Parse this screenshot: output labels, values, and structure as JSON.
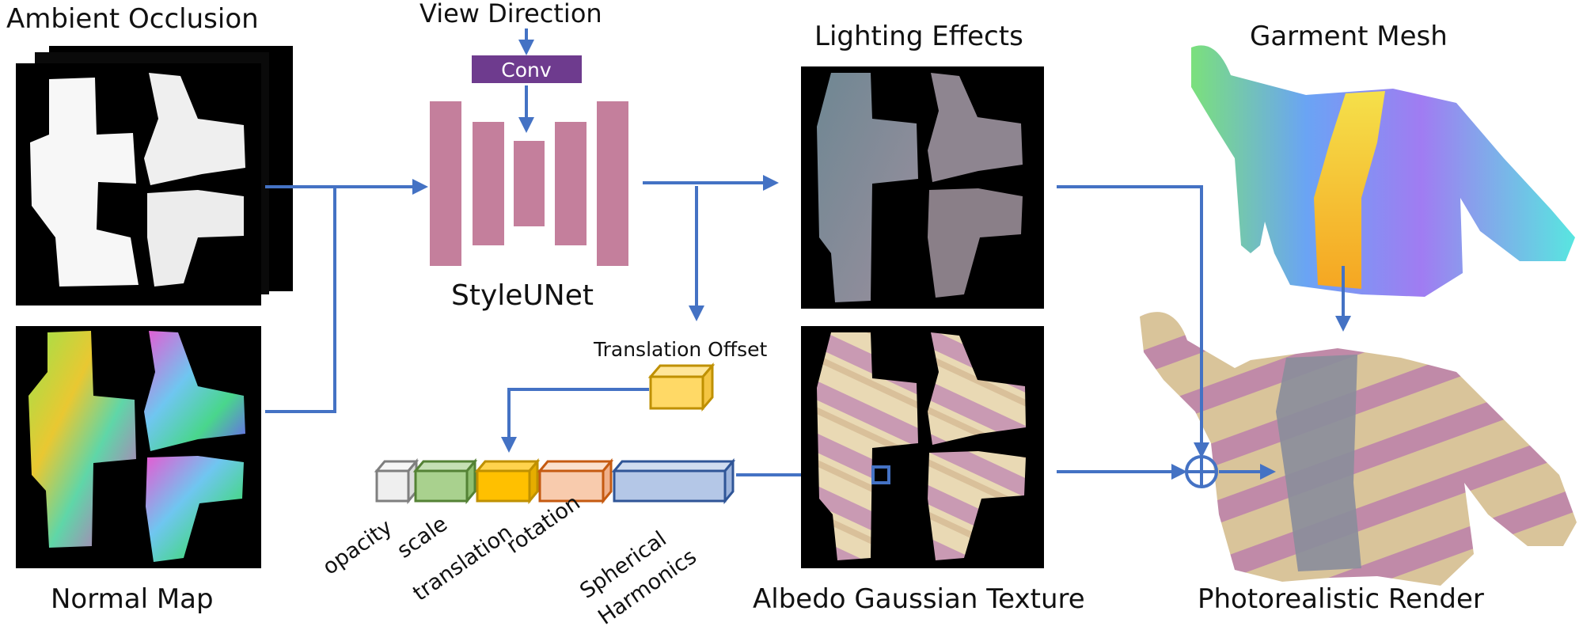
{
  "labels": {
    "ambient_occlusion": "Ambient Occlusion",
    "normal_map": "Normal Map",
    "view_direction": "View Direction",
    "conv": "Conv",
    "styleunet": "StyleUNet",
    "lighting_effects": "Lighting Effects",
    "garment_mesh": "Garment Mesh",
    "translation_offset": "Translation Offset",
    "albedo_gaussian_texture": "Albedo Gaussian Texture",
    "photorealistic_render": "Photorealistic Render"
  },
  "attributes": {
    "opacity": "opacity",
    "scale": "scale",
    "translation": "translation",
    "rotation": "rotation",
    "sh_line1": "Spherical",
    "sh_line2": "Harmonics"
  },
  "colors": {
    "arrow": "#4472c4",
    "conv": "#6e3b8e",
    "unet": "#c47f9c",
    "opacity_block": "#efefef",
    "scale_block": "#a9d18e",
    "translation_block": "#ffc000",
    "rotation_block": "#f8cbad",
    "sh_block": "#b4c7e7"
  }
}
